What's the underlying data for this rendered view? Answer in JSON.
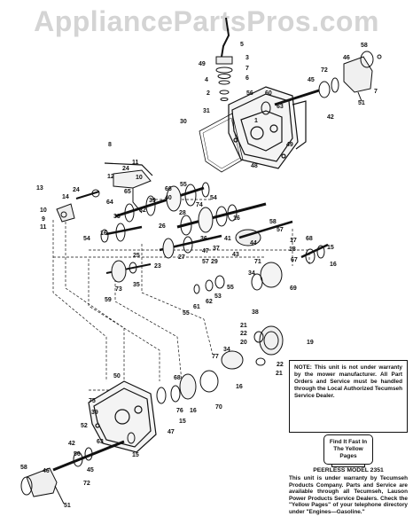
{
  "watermark": "AppliancePartsPros.com",
  "note": "NOTE: This unit is not under warranty by the mower manufacturer. All Part Orders and Service must be handled through the Local Authorized Tecumseh Service Dealer.",
  "find_it_fast": "Find It Fast In The Yellow Pages",
  "model_title": "PEERLESS MODEL 2351",
  "warranty_text": "This unit is under warranty by Tecumseh Products Company. Parts and Service are available through all Tecumseh, Lauson Power Products Service Dealers. Check the \"Yellow Pages\" of your telephone directory under \"Engines—Gasoline.\"",
  "callouts": {
    "c5": "5",
    "c49a": "49",
    "c3": "3",
    "c7": "7",
    "c6": "6",
    "c4": "4",
    "c2": "2",
    "c58a": "58",
    "c46a": "46",
    "c72a": "72",
    "c45a": "45",
    "c7b": "7",
    "c51a": "51",
    "c42a": "42",
    "c31": "31",
    "c56a": "56",
    "c60": "60",
    "c63a": "63",
    "c1": "1",
    "c30": "30",
    "c48a": "48",
    "c49b": "49",
    "c8": "8",
    "c11": "11",
    "c24a": "24",
    "c12": "12",
    "c10": "10",
    "c13": "13",
    "c14": "14",
    "c24b": "24",
    "c10b": "10",
    "c9": "9",
    "c11b": "11",
    "c65": "65",
    "c66": "66",
    "c55a": "55",
    "c64": "64",
    "c39": "39",
    "c40": "40",
    "c54a": "54",
    "c32": "32",
    "c74": "74",
    "c33": "33",
    "c28": "28",
    "c16a": "16",
    "c26": "26",
    "c58b": "58",
    "c16b": "16",
    "c57": "57",
    "c44": "44",
    "c25": "25",
    "c36": "36",
    "c41": "41",
    "c37": "37",
    "c47a": "47",
    "c43": "43",
    "c17": "17",
    "c18": "18",
    "c68a": "68",
    "c15a": "15",
    "c67": "67",
    "c57b": "57",
    "c29": "29",
    "c27": "27",
    "c23": "23",
    "c16c": "16",
    "c71": "71",
    "c34a": "34",
    "c73": "73",
    "c55b": "55",
    "c69": "69",
    "c35": "35",
    "c59": "59",
    "c53": "53",
    "c62": "62",
    "c61": "61",
    "c55c": "55",
    "c38": "38",
    "c21a": "21",
    "c22a": "22",
    "c20": "20",
    "c19": "19",
    "c34b": "34",
    "c77": "77",
    "c22b": "22",
    "c16d": "16",
    "c21b": "21",
    "c50": "50",
    "c68b": "68",
    "c75": "75",
    "c76": "76",
    "c16e": "16",
    "c70": "70",
    "c39b": "39",
    "c47b": "47",
    "c52": "52",
    "c63b": "63",
    "c15b": "15",
    "c42b": "42",
    "c56b": "56",
    "c45b": "45",
    "c58c": "58",
    "c46b": "46",
    "c72b": "72",
    "c51b": "51",
    "c15c": "15"
  }
}
